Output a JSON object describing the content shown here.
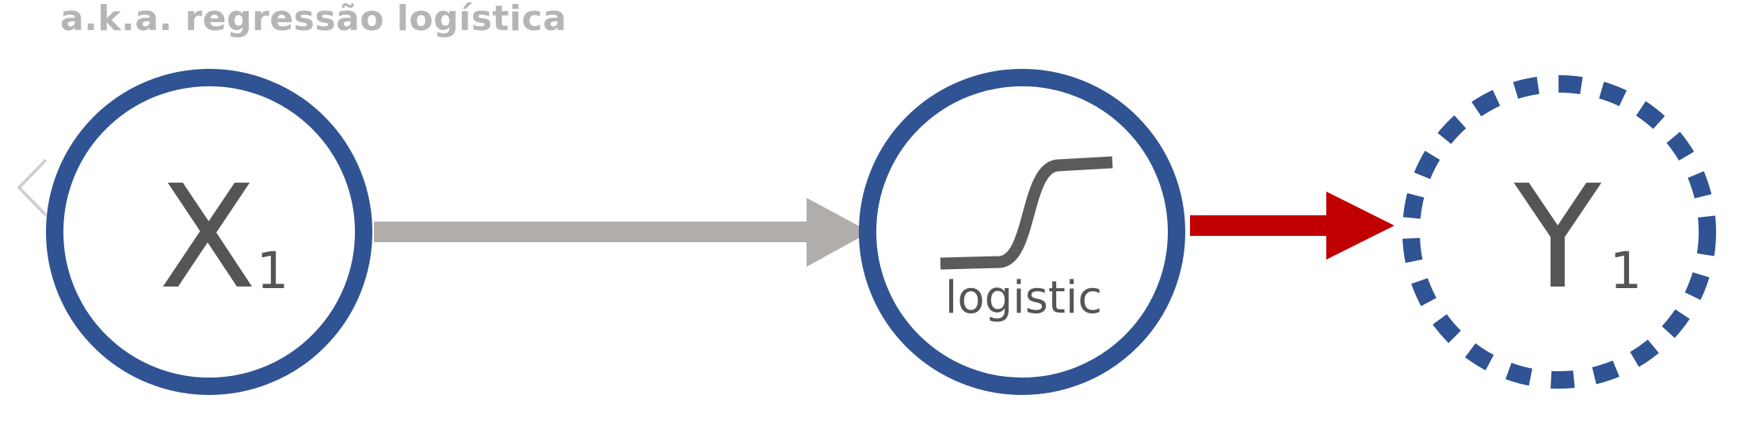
{
  "diagram": {
    "subtitle": "a.k.a. regressão logística",
    "nodes": {
      "input": {
        "symbol": "X",
        "subscript": "1"
      },
      "activation": {
        "label": "logistic"
      },
      "output": {
        "symbol": "Y",
        "subscript": "1"
      }
    },
    "colors": {
      "node_ring": "#2f5393",
      "input_arrow": "#b0adab",
      "output_arrow": "#c00000",
      "text": "#555555",
      "subtitle": "#b5b5b5",
      "nav_chevron": "#d0d0d0"
    },
    "icons": {
      "nav": "chevron-left-icon",
      "activation": "sigmoid-curve-icon"
    }
  }
}
